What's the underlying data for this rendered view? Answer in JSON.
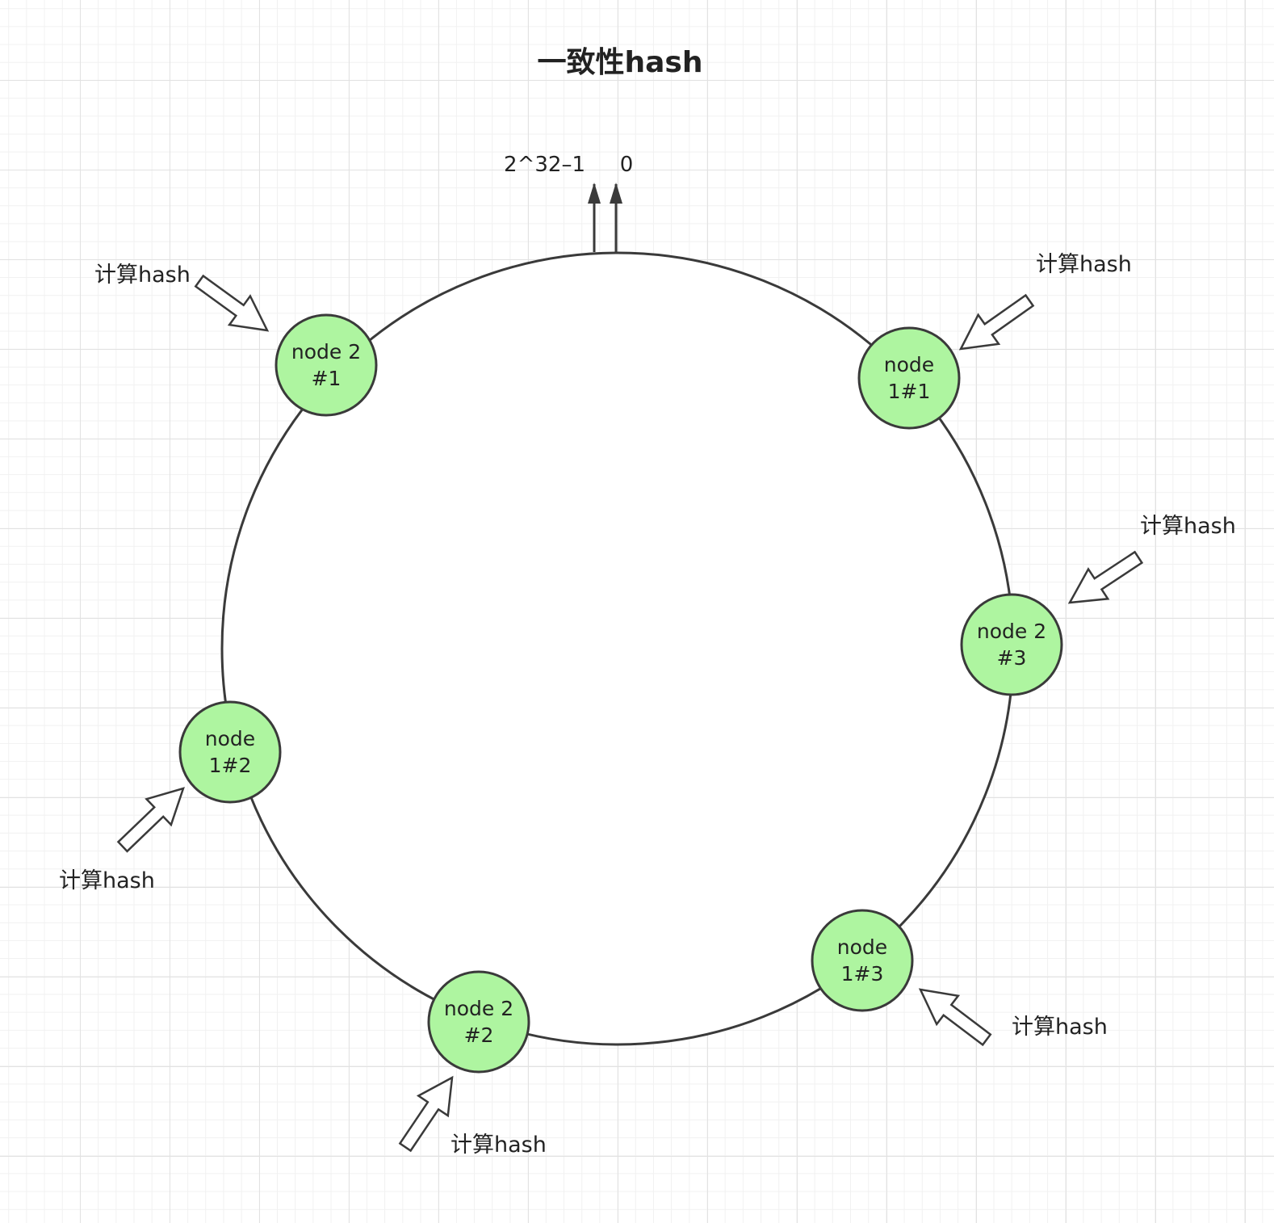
{
  "title": "一致性hash",
  "range_labels": {
    "max": "2^32–1",
    "zero": "0"
  },
  "colors": {
    "node_fill": "#aef5a0",
    "stroke": "#3a3a3a",
    "text": "#222222",
    "arrow_fill": "#ffffff",
    "grid_major": "#e2e2e2",
    "grid_minor": "#f1f1f1"
  },
  "nodes": [
    {
      "id": "node2-1",
      "line1": "node 2",
      "line2": "#1"
    },
    {
      "id": "node1-1",
      "line1": "node",
      "line2": "1#1"
    },
    {
      "id": "node2-3",
      "line1": "node 2",
      "line2": "#3"
    },
    {
      "id": "node1-3",
      "line1": "node",
      "line2": "1#3"
    },
    {
      "id": "node2-2",
      "line1": "node 2",
      "line2": "#2"
    },
    {
      "id": "node1-2",
      "line1": "node",
      "line2": "1#2"
    }
  ],
  "hash_labels": [
    "计算hash",
    "计算hash",
    "计算hash",
    "计算hash",
    "计算hash",
    "计算hash"
  ]
}
